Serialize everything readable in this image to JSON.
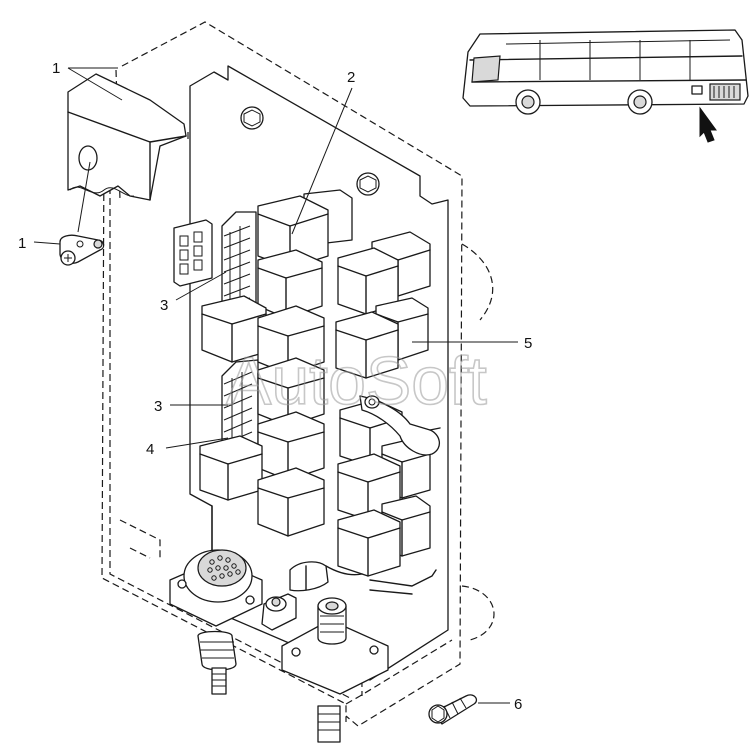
{
  "callouts": {
    "c1a": "1",
    "c1b": "1",
    "c2": "2",
    "c3a": "3",
    "c3b": "3",
    "c4": "4",
    "c5": "5",
    "c6": "6"
  },
  "watermark": "AutoSoft"
}
